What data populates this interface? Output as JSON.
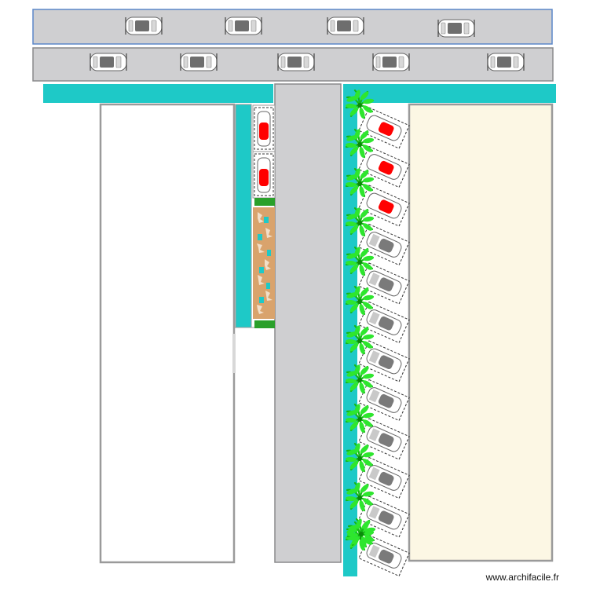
{
  "app": {
    "watermark": "www.archifacile.fr"
  },
  "colors": {
    "road": "#cfcfd1",
    "road_border": "#8a8a8c",
    "top_road_border": "#5b87c9",
    "teal": "#1ec9c7",
    "building_border": "#9a9a9a",
    "cream": "#fcf7e4",
    "car_red": "#ff0000",
    "car_gray": "#c9c9c9",
    "palm": "#22e022",
    "planter": "#d9a36c",
    "hedge": "#2aa02a"
  },
  "icons": {
    "car": "car-icon",
    "palm": "palm-tree-icon",
    "planter": "planter-icon"
  },
  "parking": {
    "left_spots": [
      {
        "car_color": "red"
      },
      {
        "car_color": "red"
      }
    ],
    "right_spots": [
      {
        "car_color": "red"
      },
      {
        "car_color": "red"
      },
      {
        "car_color": "red"
      },
      {
        "car_color": "gray"
      },
      {
        "car_color": "gray"
      },
      {
        "car_color": "gray"
      },
      {
        "car_color": "gray"
      },
      {
        "car_color": "gray"
      },
      {
        "car_color": "gray"
      },
      {
        "car_color": "gray"
      },
      {
        "car_color": "gray"
      },
      {
        "car_color": "gray"
      }
    ],
    "palm_count": 12,
    "top_lane_cars": 4,
    "second_lane_cars": 5
  }
}
